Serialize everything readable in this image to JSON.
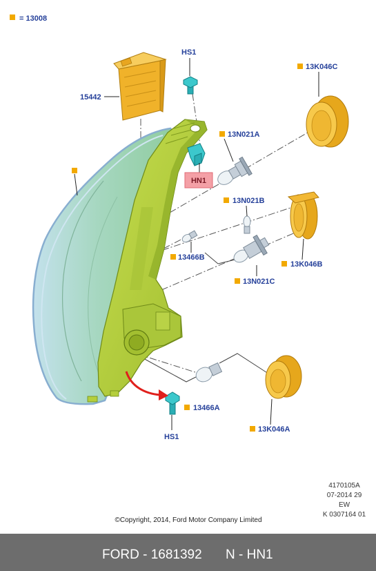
{
  "legend": {
    "text": "= 13008"
  },
  "callouts": {
    "module": "15442",
    "screw_top": "HS1",
    "cap_c": "13K046C",
    "bulb_a": "13N021A",
    "clip": "HN1",
    "bulb_b": "13N021B",
    "bulb_small_b": "13466B",
    "cap_b": "13K046B",
    "bulb_c": "13N021C",
    "bulb_small_a": "13466A",
    "screw_bottom": "HS1",
    "cap_a": "13K046A"
  },
  "drawing_info": {
    "lines": [
      "4170105A",
      "07-2014 29",
      "EW",
      "K 0307164 01"
    ]
  },
  "copyright": "©Copyright, 2014, Ford Motor Company Limited",
  "footer": {
    "left": "FORD - 1681392",
    "right": "N - HN1"
  },
  "colors": {
    "label": "#25409a",
    "callout": "#f2a900",
    "highlight_fill": "#f4a0a6",
    "highlight_stroke": "#e06a74",
    "highlight_text": "#7a1a26",
    "footer_bg": "#6d6d6d",
    "footer_text": "#ffffff",
    "arrow": "#e0201c"
  }
}
